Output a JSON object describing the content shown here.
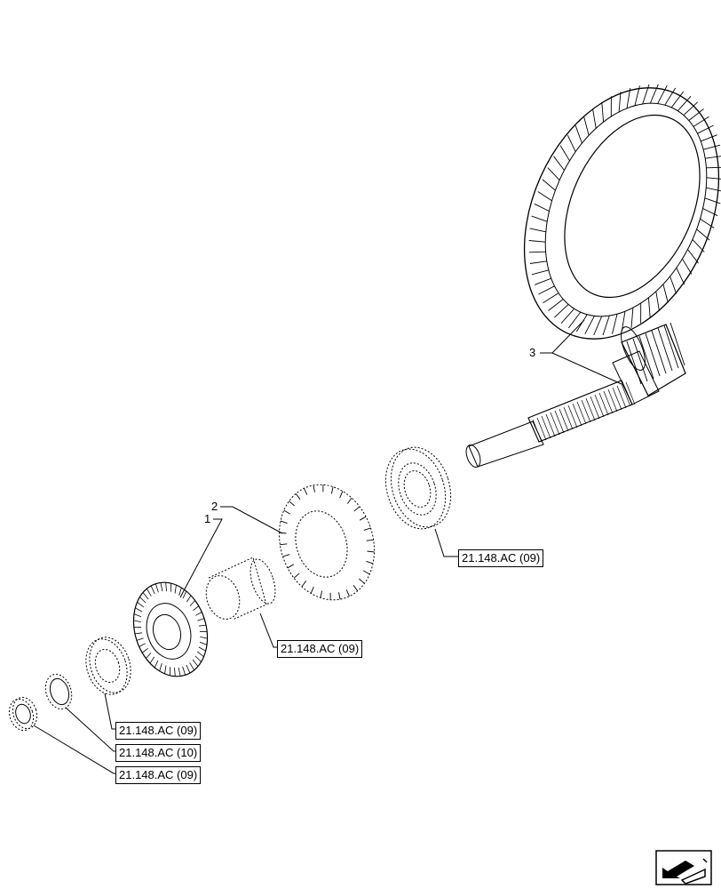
{
  "callouts": {
    "item_1": "1",
    "item_2": "2",
    "item_3": "3"
  },
  "references": {
    "bearing_right": "21.148.AC (09)",
    "bushing": "21.148.AC (09)",
    "bearing_left": "21.148.AC (09)",
    "shim": "21.148.AC (10)",
    "nut": "21.148.AC (09)"
  },
  "icons": {
    "navigation": "previous-page-arrow-icon"
  }
}
